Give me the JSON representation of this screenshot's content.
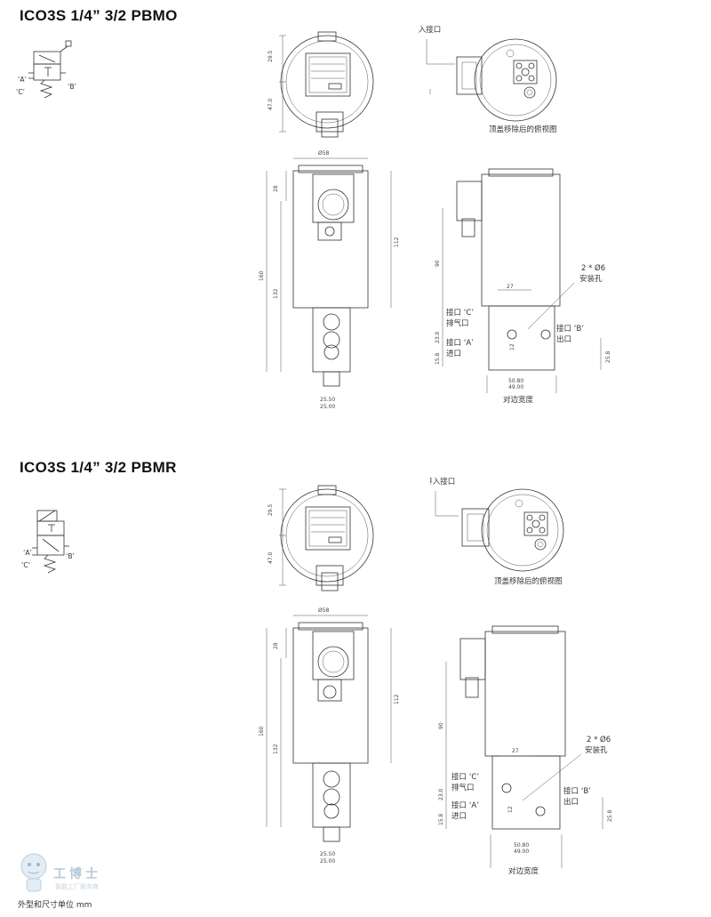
{
  "sections": [
    {
      "title": "ICO3S 1/4”  3/2 PBMO",
      "labels": {
        "cable_entry": "电缆线 导入接口",
        "top_view_caption": "顶盖移除后的俯视图",
        "holes": "2 * Ø6",
        "holes_sub": "安装孔",
        "port_c": "接口 ‘C’",
        "port_c_sub": "排气口",
        "port_a": "接口 ‘A’",
        "port_a_sub": "进口",
        "port_b": "接口 ‘B’",
        "port_b_sub": "出口",
        "across_flats": "对边宽度"
      },
      "dims": {
        "d1": "29.5",
        "d2": "47.0",
        "dia": "Ø58",
        "d28": "28",
        "d112": "112",
        "d160": "160",
        "d132": "132",
        "d90": "90",
        "d27": "27",
        "d23": "23.0",
        "d12": "12",
        "d158": "15.8",
        "d258": "25.8",
        "w1": "50.80",
        "w2": "49.00",
        "h1": "25.50",
        "h2": "25.00"
      },
      "symbol": {
        "a": "‘A’",
        "b": "‘B’",
        "c": "‘C’"
      }
    },
    {
      "title": "ICO3S 1/4”  3/2 PBMR",
      "labels": {
        "cable_entry": "电缆线 导入接口",
        "top_view_caption": "顶盖移除后的俯视图",
        "holes": "2 * Ø6",
        "holes_sub": "安装孔",
        "port_c": "接口 ‘C’",
        "port_c_sub": "排气口",
        "port_a": "接口 ‘A’",
        "port_a_sub": "进口",
        "port_b": "接口 ‘B’",
        "port_b_sub": "出口",
        "across_flats": "对边宽度"
      },
      "dims": {
        "d1": "29.5",
        "d2": "47.0",
        "dia": "Ø58",
        "d28": "28",
        "d112": "112",
        "d160": "160",
        "d132": "132",
        "d90": "90",
        "d27": "27",
        "d23": "23.0",
        "d12": "12",
        "d158": "15.8",
        "d258": "25.8",
        "w1": "50.80",
        "w2": "49.00",
        "h1": "25.50",
        "h2": "25.00"
      },
      "symbol": {
        "a": "‘A’",
        "b": "‘B’",
        "c": "‘C’"
      }
    }
  ],
  "footer": "外型和尺寸单位 mm",
  "watermark": {
    "title": "工博士",
    "subtitle": "智能工厂服务商"
  }
}
